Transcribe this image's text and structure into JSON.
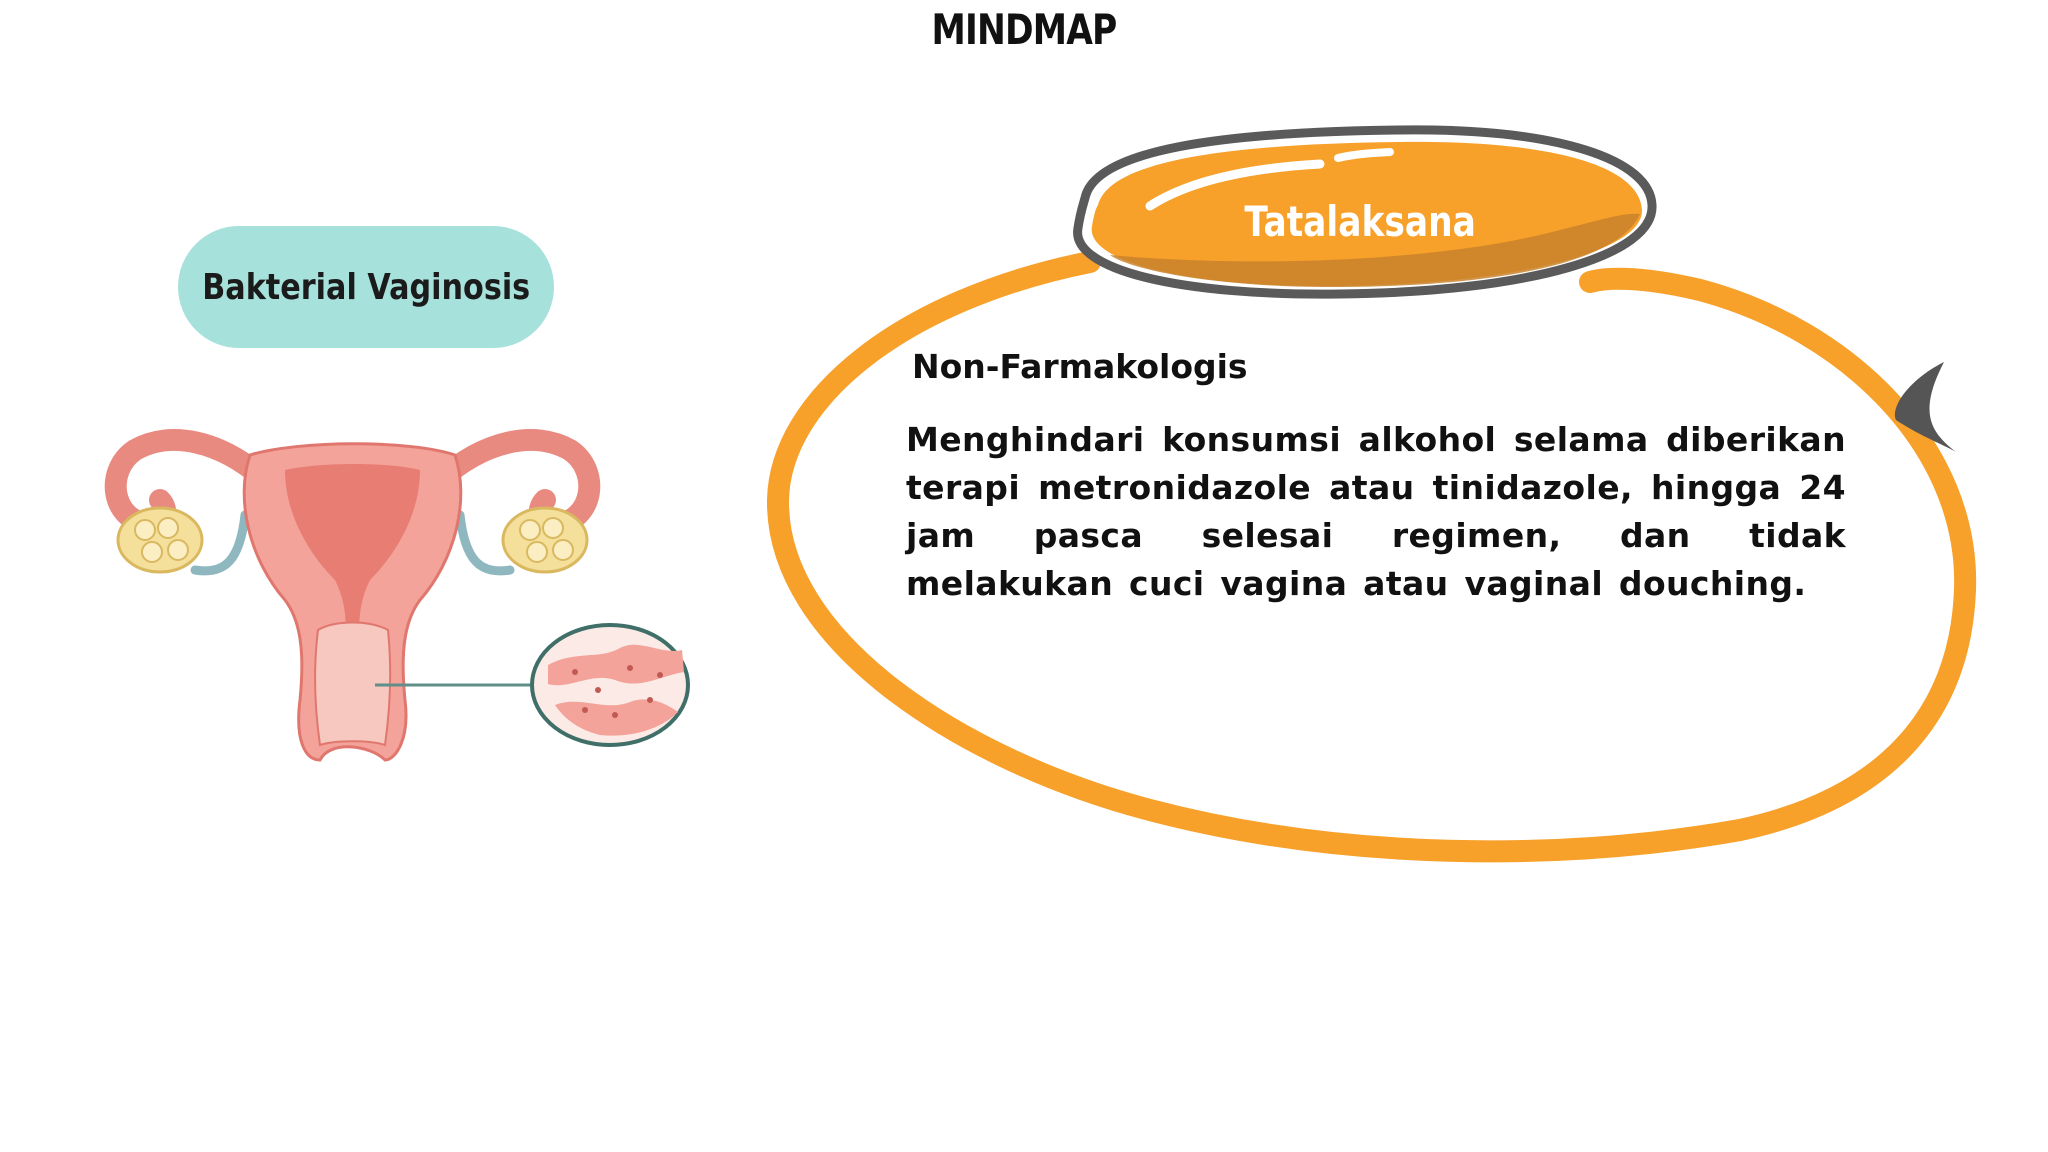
{
  "title": "MINDMAP",
  "nodes": {
    "left": {
      "label": "Bakterial Vaginosis",
      "color": "#a6e1dc"
    },
    "right": {
      "label": "Tatalaksana",
      "color": "#f7a02a",
      "outline_color": "#555555"
    }
  },
  "content": {
    "heading": "Non-Farmakologis",
    "text": "Menghindari konsumsi alkohol selama diberikan terapi metronidazole atau tinidazole, hingga 24 jam pasca selesai regimen, dan tidak melakukan cuci vagina atau vaginal douching.",
    "frame_color": "#f7a02a"
  },
  "illustration": {
    "name": "uterus-anatomy-illustration"
  }
}
